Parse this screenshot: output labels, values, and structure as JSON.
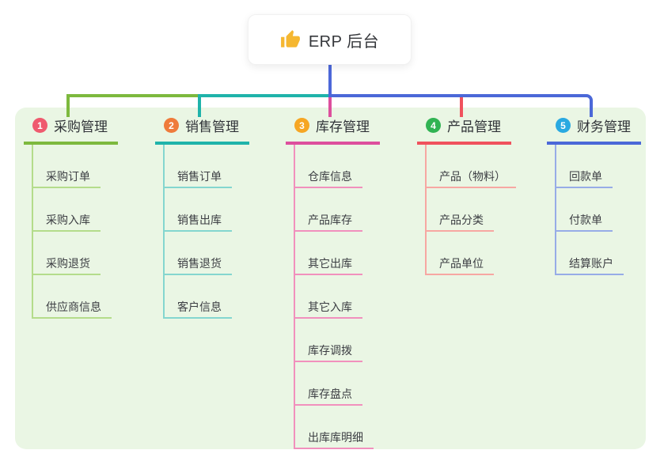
{
  "root_node": {
    "title": "ERP 后台",
    "icon": "thumbs-up-icon",
    "icon_color": "#f5b731"
  },
  "canvas": {
    "background": "#ffffff",
    "panel_background": "#eaf6e4",
    "root_line_color": "#4d68d9"
  },
  "branches": [
    {
      "number": "1",
      "label": "采购管理",
      "badge_color": "#ef5a6e",
      "line_color": "#7db93e",
      "item_line_color": "#b4dc8b",
      "items": [
        "采购订单",
        "采购入库",
        "采购退货",
        "供应商信息"
      ]
    },
    {
      "number": "2",
      "label": "销售管理",
      "badge_color": "#ef7b3b",
      "line_color": "#1fb3aa",
      "item_line_color": "#84d6cf",
      "items": [
        "销售订单",
        "销售出库",
        "销售退货",
        "客户信息"
      ]
    },
    {
      "number": "3",
      "label": "库存管理",
      "badge_color": "#f6a623",
      "line_color": "#dd4f9d",
      "item_line_color": "#f190bd",
      "items": [
        "仓库信息",
        "产品库存",
        "其它出库",
        "其它入库",
        "库存调拨",
        "库存盘点",
        "出库库明细"
      ]
    },
    {
      "number": "4",
      "label": "产品管理",
      "badge_color": "#31b353",
      "line_color": "#f0525d",
      "item_line_color": "#f7a7a2",
      "items": [
        "产品（物料）",
        "产品分类",
        "产品单位"
      ]
    },
    {
      "number": "5",
      "label": "财务管理",
      "badge_color": "#29a9e1",
      "line_color": "#4b68d8",
      "item_line_color": "#97ace7",
      "items": [
        "回款单",
        "付款单",
        "结算账户"
      ]
    }
  ]
}
